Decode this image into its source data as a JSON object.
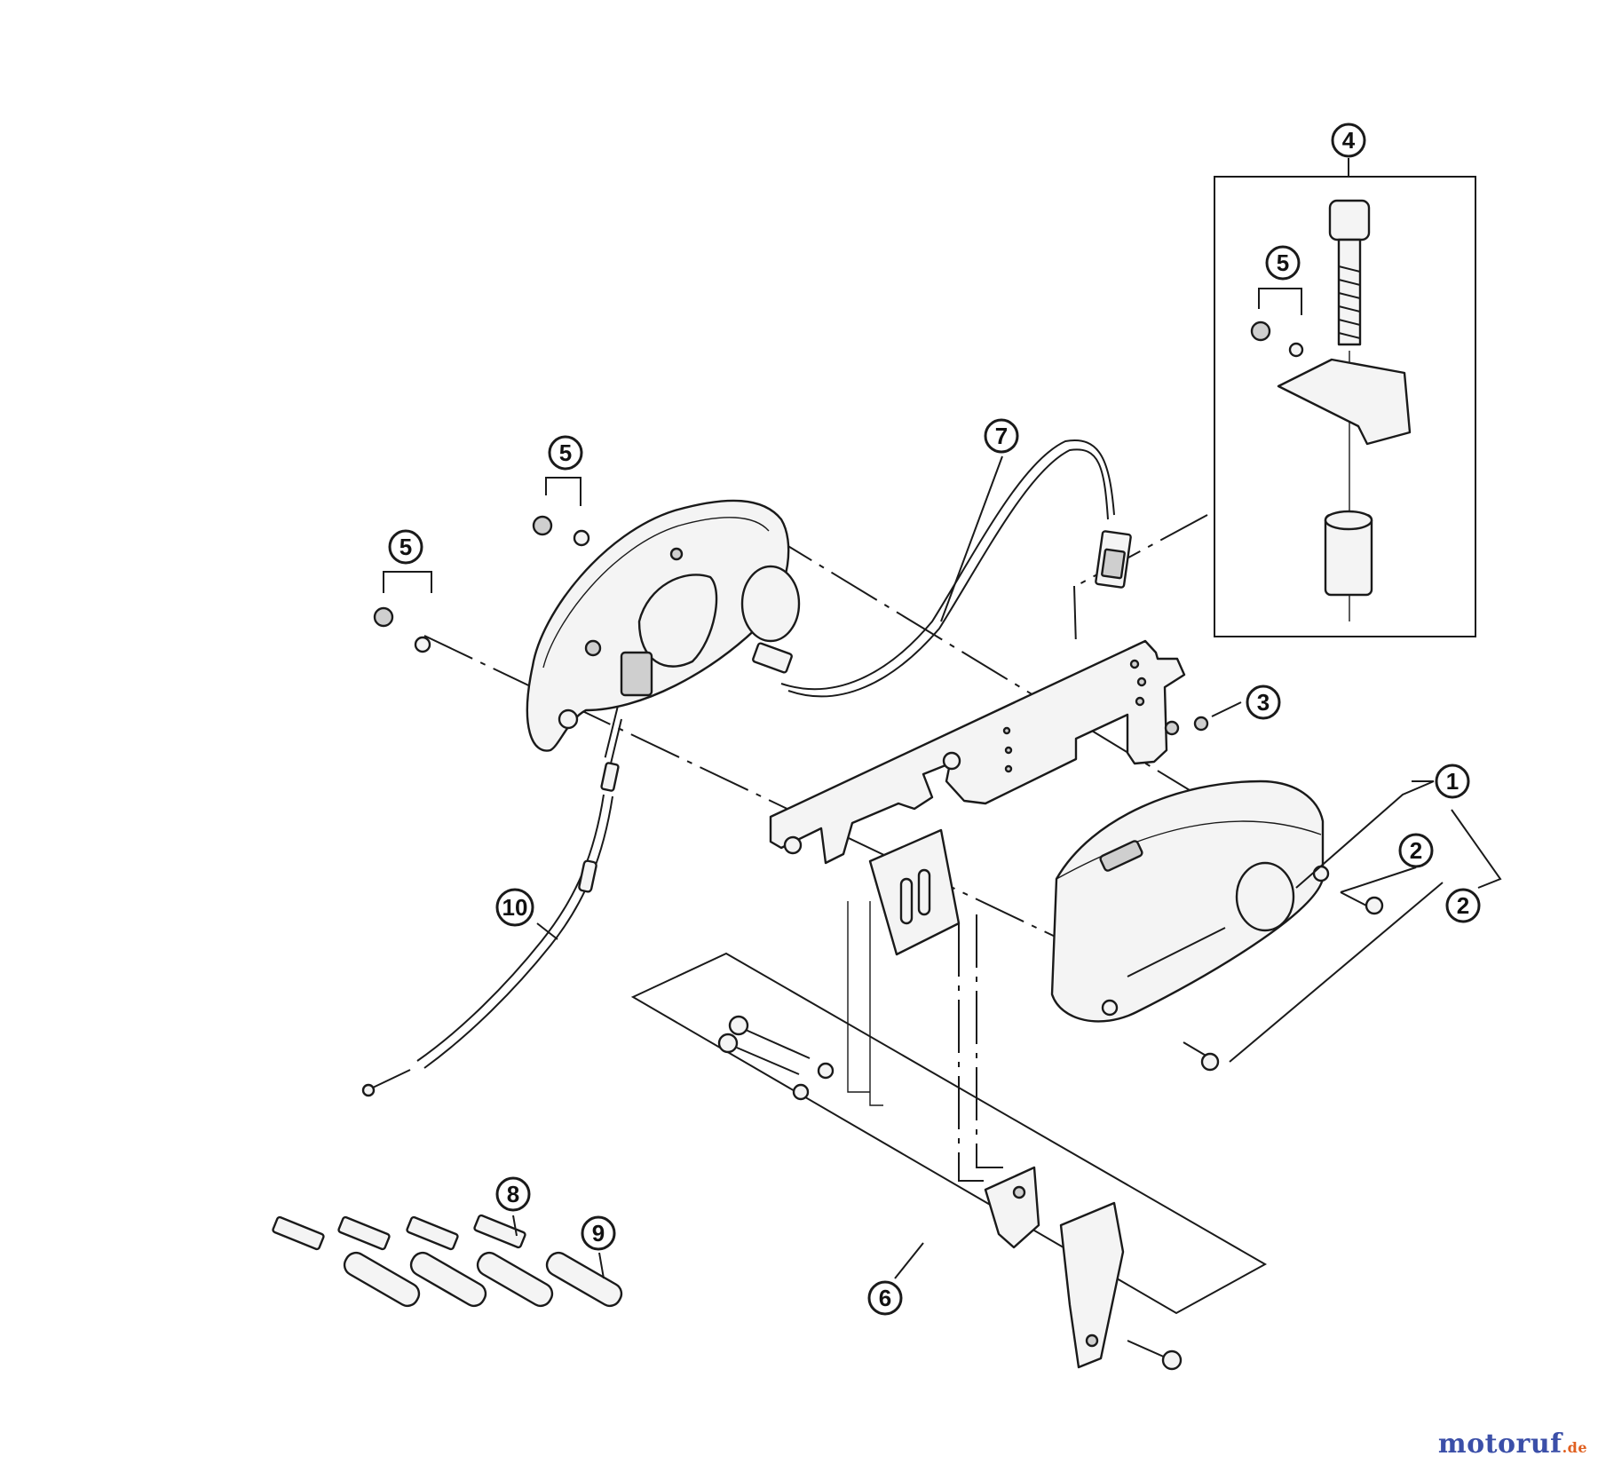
{
  "diagram": {
    "callouts": [
      {
        "id": "c1",
        "label": "1"
      },
      {
        "id": "c2a",
        "label": "2"
      },
      {
        "id": "c2b",
        "label": "2"
      },
      {
        "id": "c3",
        "label": "3"
      },
      {
        "id": "c4",
        "label": "4"
      },
      {
        "id": "c5a",
        "label": "5"
      },
      {
        "id": "c5b",
        "label": "5"
      },
      {
        "id": "c5c",
        "label": "5"
      },
      {
        "id": "c6",
        "label": "6"
      },
      {
        "id": "c7",
        "label": "7"
      },
      {
        "id": "c8",
        "label": "8"
      },
      {
        "id": "c9",
        "label": "9"
      },
      {
        "id": "c10",
        "label": "10"
      }
    ]
  },
  "watermark": {
    "main": "motoruf",
    "suffix": ".de"
  }
}
